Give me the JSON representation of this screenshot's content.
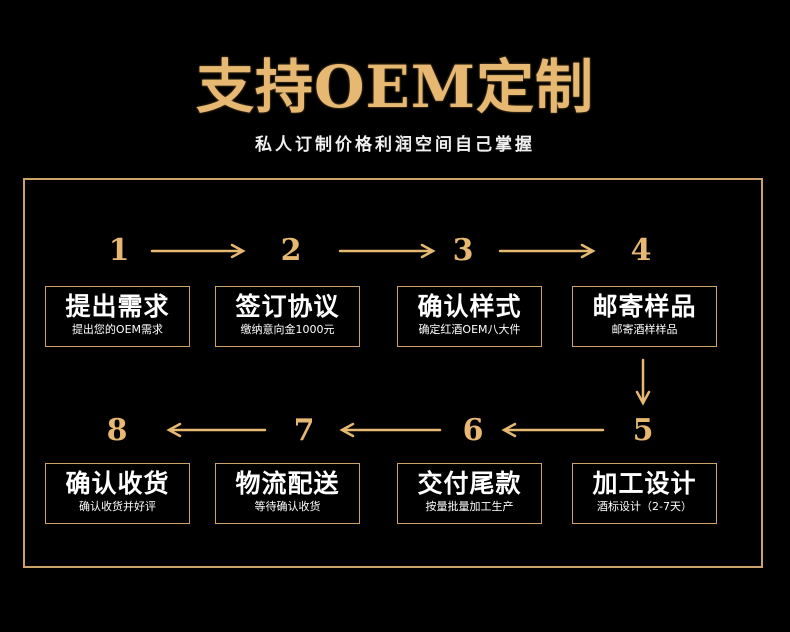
{
  "title": "支持OEM定制",
  "subtitle": "私人订制价格利润空间自己掌握",
  "accent_color": "#e6b872",
  "steps": [
    {
      "number": "1",
      "title": "提出需求",
      "sub": "提出您的OEM需求"
    },
    {
      "number": "2",
      "title": "签订协议",
      "sub": "缴纳意向金1000元"
    },
    {
      "number": "3",
      "title": "确认样式",
      "sub": "确定红酒OEM八大件"
    },
    {
      "number": "4",
      "title": "邮寄样品",
      "sub": "邮寄酒样样品"
    },
    {
      "number": "5",
      "title": "加工设计",
      "sub": "酒标设计（2-7天）"
    },
    {
      "number": "6",
      "title": "交付尾款",
      "sub": "按量批量加工生产"
    },
    {
      "number": "7",
      "title": "物流配送",
      "sub": "等待确认收货"
    },
    {
      "number": "8",
      "title": "确认收货",
      "sub": "确认收货并好评"
    }
  ],
  "arrows": [
    "arrow-right-icon",
    "arrow-down-icon",
    "arrow-left-icon"
  ]
}
